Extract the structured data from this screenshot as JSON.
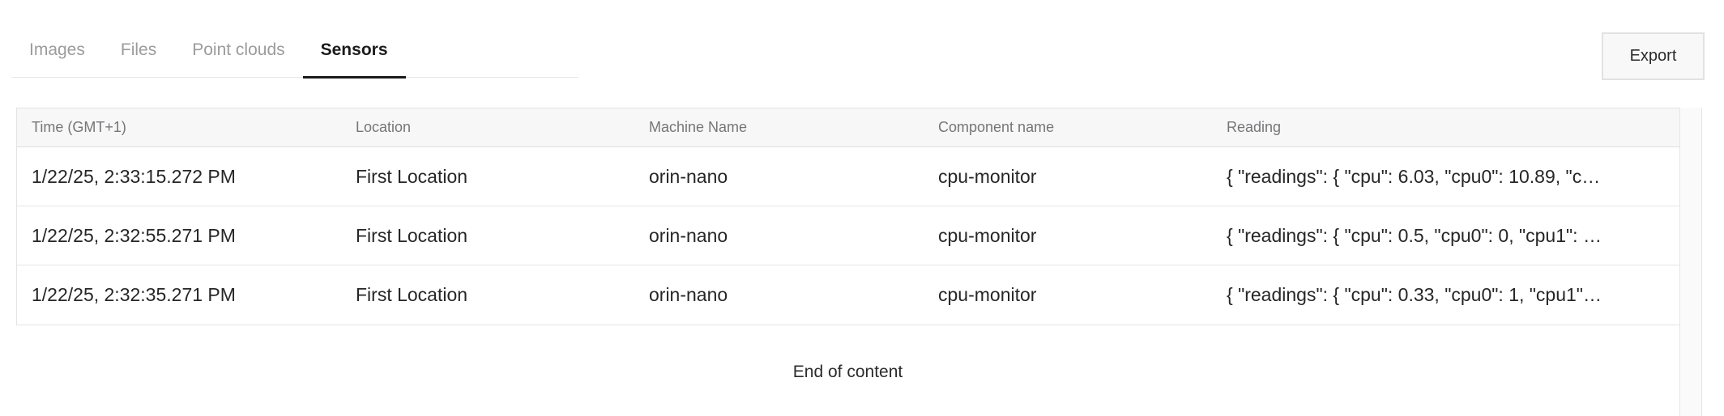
{
  "tabs": [
    {
      "label": "Images",
      "active": false
    },
    {
      "label": "Files",
      "active": false
    },
    {
      "label": "Point clouds",
      "active": false
    },
    {
      "label": "Sensors",
      "active": true
    }
  ],
  "toolbar": {
    "export_label": "Export"
  },
  "table": {
    "columns": [
      "Time (GMT+1)",
      "Location",
      "Machine Name",
      "Component name",
      "Reading"
    ],
    "rows": [
      [
        "1/22/25, 2:33:15.272 PM",
        "First Location",
        "orin-nano",
        "cpu-monitor",
        "{ \"readings\": { \"cpu\": 6.03, \"cpu0\": 10.89, \"c…"
      ],
      [
        "1/22/25, 2:32:55.271 PM",
        "First Location",
        "orin-nano",
        "cpu-monitor",
        "{ \"readings\": { \"cpu\": 0.5, \"cpu0\": 0, \"cpu1\": …"
      ],
      [
        "1/22/25, 2:32:35.271 PM",
        "First Location",
        "orin-nano",
        "cpu-monitor",
        "{ \"readings\": { \"cpu\": 0.33, \"cpu0\": 1, \"cpu1\"…"
      ]
    ]
  },
  "footer": {
    "end_of_content": "End of content"
  },
  "colors": {
    "active_tab": "#1b1b1b",
    "inactive_tab": "#9b9b9b",
    "header_bg": "#f7f7f7",
    "border": "#e3e3e3",
    "button_bg": "#f8f8f8"
  }
}
